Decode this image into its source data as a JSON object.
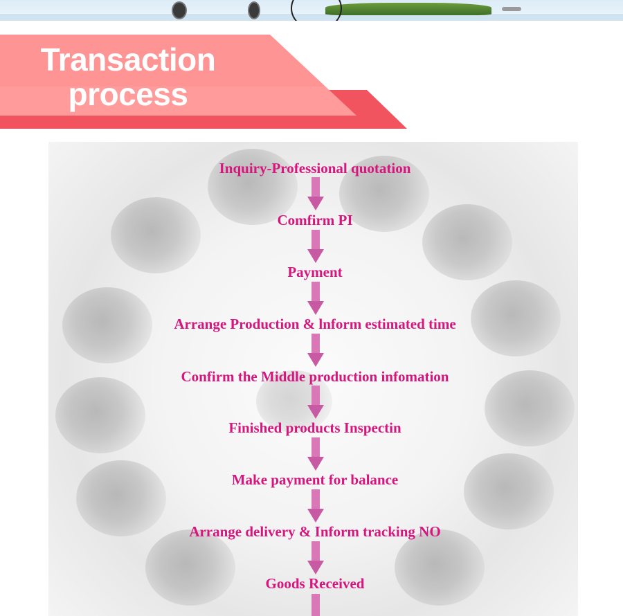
{
  "banner": {
    "title_line1": "Transaction",
    "title_line2": "process"
  },
  "steps": [
    "Inquiry-Professional quotation",
    "Comfirm PI",
    "Payment",
    "Arrange Production & lnform estimated time",
    "Confirm the Middle production infomation",
    "Finished products Inspectin",
    "Make payment for balance",
    "Arrange delivery & Inform tracking NO",
    "Goods Received"
  ],
  "colors": {
    "step_text": "#d6157d",
    "arrow": "#d977b7",
    "ribbon_light": "#ff9b9b",
    "ribbon_dark": "#f2545f"
  }
}
